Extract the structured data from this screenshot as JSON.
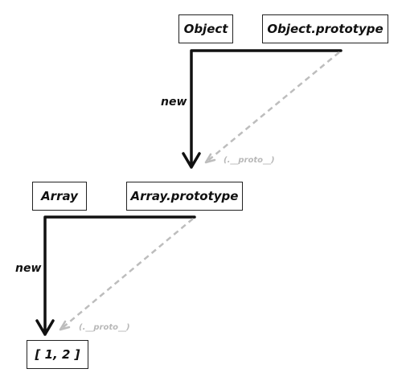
{
  "nodes": {
    "object": "Object",
    "object_prototype": "Object.prototype",
    "array": "Array",
    "array_prototype": "Array.prototype",
    "array_instance": "[ 1, 2 ]"
  },
  "edges": {
    "new_label_top": "new",
    "new_label_bottom": "new",
    "proto_label_top": "(.__proto__)",
    "proto_label_bottom": "(.__proto__)"
  },
  "colors": {
    "ink": "#111111",
    "proto_link": "#bdbdbd"
  }
}
